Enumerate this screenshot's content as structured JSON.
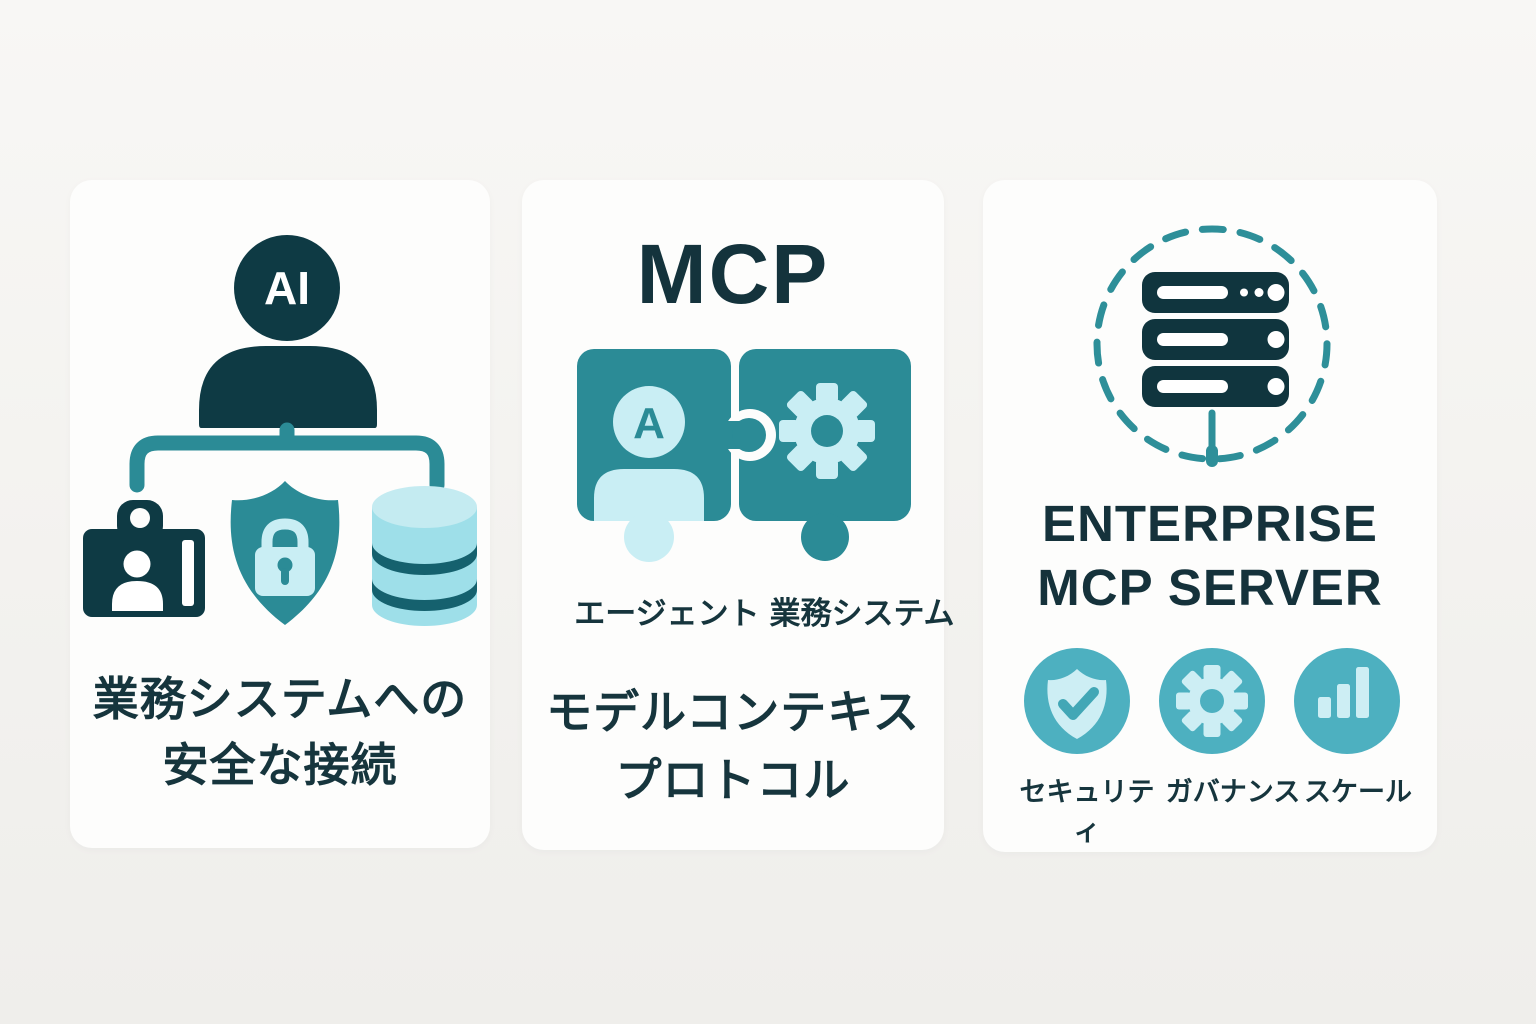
{
  "colors": {
    "page_background": "#f3f2ef",
    "panel_background": "#fdfdfc",
    "dark_teal": "#0e3a44",
    "text_dark": "#16353d",
    "teal": "#2b8b96",
    "badge_teal": "#4db0c0",
    "light_cyan": "#c9eef4",
    "database_body": "#9edfe9",
    "database_top": "#c4ebf1",
    "database_stripe": "#15616e"
  },
  "panels": {
    "left": {
      "ai_label": "AI",
      "caption_line1": "業務システムへの",
      "caption_line2": "安全な接続"
    },
    "middle": {
      "title": "MCP",
      "puzzle_letter": "A",
      "label_agent": "エージェント",
      "label_system": "業務システム",
      "caption_line1": "モデルコンテキス",
      "caption_line2": "プロトコル"
    },
    "right": {
      "title_line1": "ENTERPRISE",
      "title_line2": "MCP SERVER",
      "badges": [
        {
          "icon": "shield-check-icon",
          "label": "セキュリティ"
        },
        {
          "icon": "gear-icon",
          "label": "ガバナンス"
        },
        {
          "icon": "bar-chart-icon",
          "label": "スケール"
        }
      ]
    }
  }
}
